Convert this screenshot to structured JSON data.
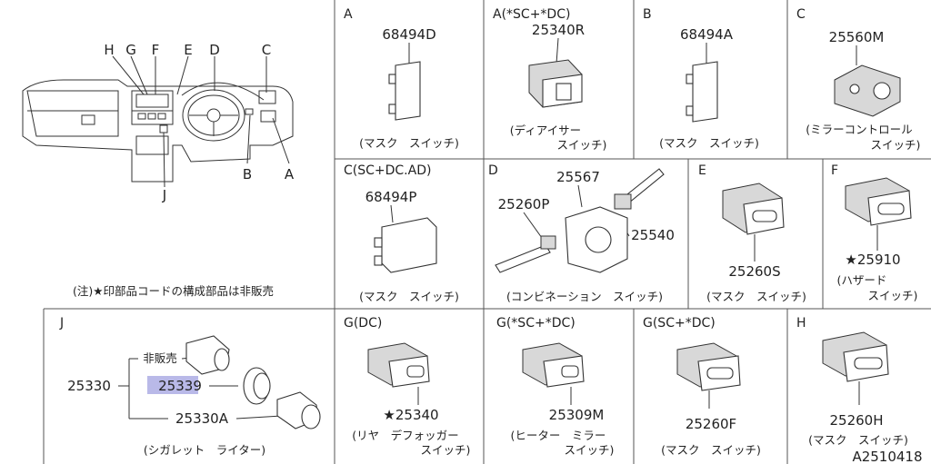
{
  "overview": {
    "letters": [
      "H",
      "G",
      "F",
      "E",
      "D",
      "C",
      "B",
      "A",
      "J"
    ],
    "note": "(注)★印部品コードの構成部品は非販売"
  },
  "cells": {
    "a1": {
      "section": "A",
      "part": "68494D",
      "caption": [
        "(マスク　スイッチ)"
      ]
    },
    "a2": {
      "section": "A(*SC+*DC)",
      "part": "25340R",
      "caption": [
        "(ディアイサー",
        "スイッチ)"
      ]
    },
    "b1": {
      "section": "B",
      "part": "68494A",
      "caption": [
        "(マスク　スイッチ)"
      ]
    },
    "c1": {
      "section": "C",
      "part": "25560M",
      "caption": [
        "(ミラーコントロール",
        "スイッチ)"
      ]
    },
    "c2": {
      "section": "C(SC+DC.AD)",
      "part": "68494P",
      "caption": [
        "(マスク　スイッチ)"
      ]
    },
    "d1": {
      "section": "D",
      "parts": [
        "25567",
        "25260P",
        "25540"
      ],
      "caption": [
        "(コンビネーション　スイッチ)"
      ]
    },
    "e1": {
      "section": "E",
      "part": "25260S",
      "caption": [
        "(マスク　スイッチ)"
      ]
    },
    "f1": {
      "section": "F",
      "part": "★25910",
      "caption": [
        "(ハザード",
        "スイッチ)"
      ]
    },
    "j1": {
      "section": "J",
      "parts": [
        "25330",
        "非販売",
        "25339",
        "25330A"
      ],
      "caption": [
        "(シガレット　ライター)"
      ]
    },
    "g1": {
      "section": "G(DC)",
      "part": "★25340",
      "caption": [
        "(リヤ　デフォッガー",
        "スイッチ)"
      ]
    },
    "g2": {
      "section": "G(*SC+*DC)",
      "part": "25309M",
      "caption": [
        "(ヒーター　ミラー",
        "スイッチ)"
      ]
    },
    "g3": {
      "section": "G(SC+*DC)",
      "part": "25260F",
      "caption": [
        "(マスク　スイッチ)"
      ]
    },
    "h1": {
      "section": "H",
      "part": "25260H",
      "caption": [
        "(マスク　スイッチ)"
      ]
    }
  },
  "diagram_id": "A2510418"
}
